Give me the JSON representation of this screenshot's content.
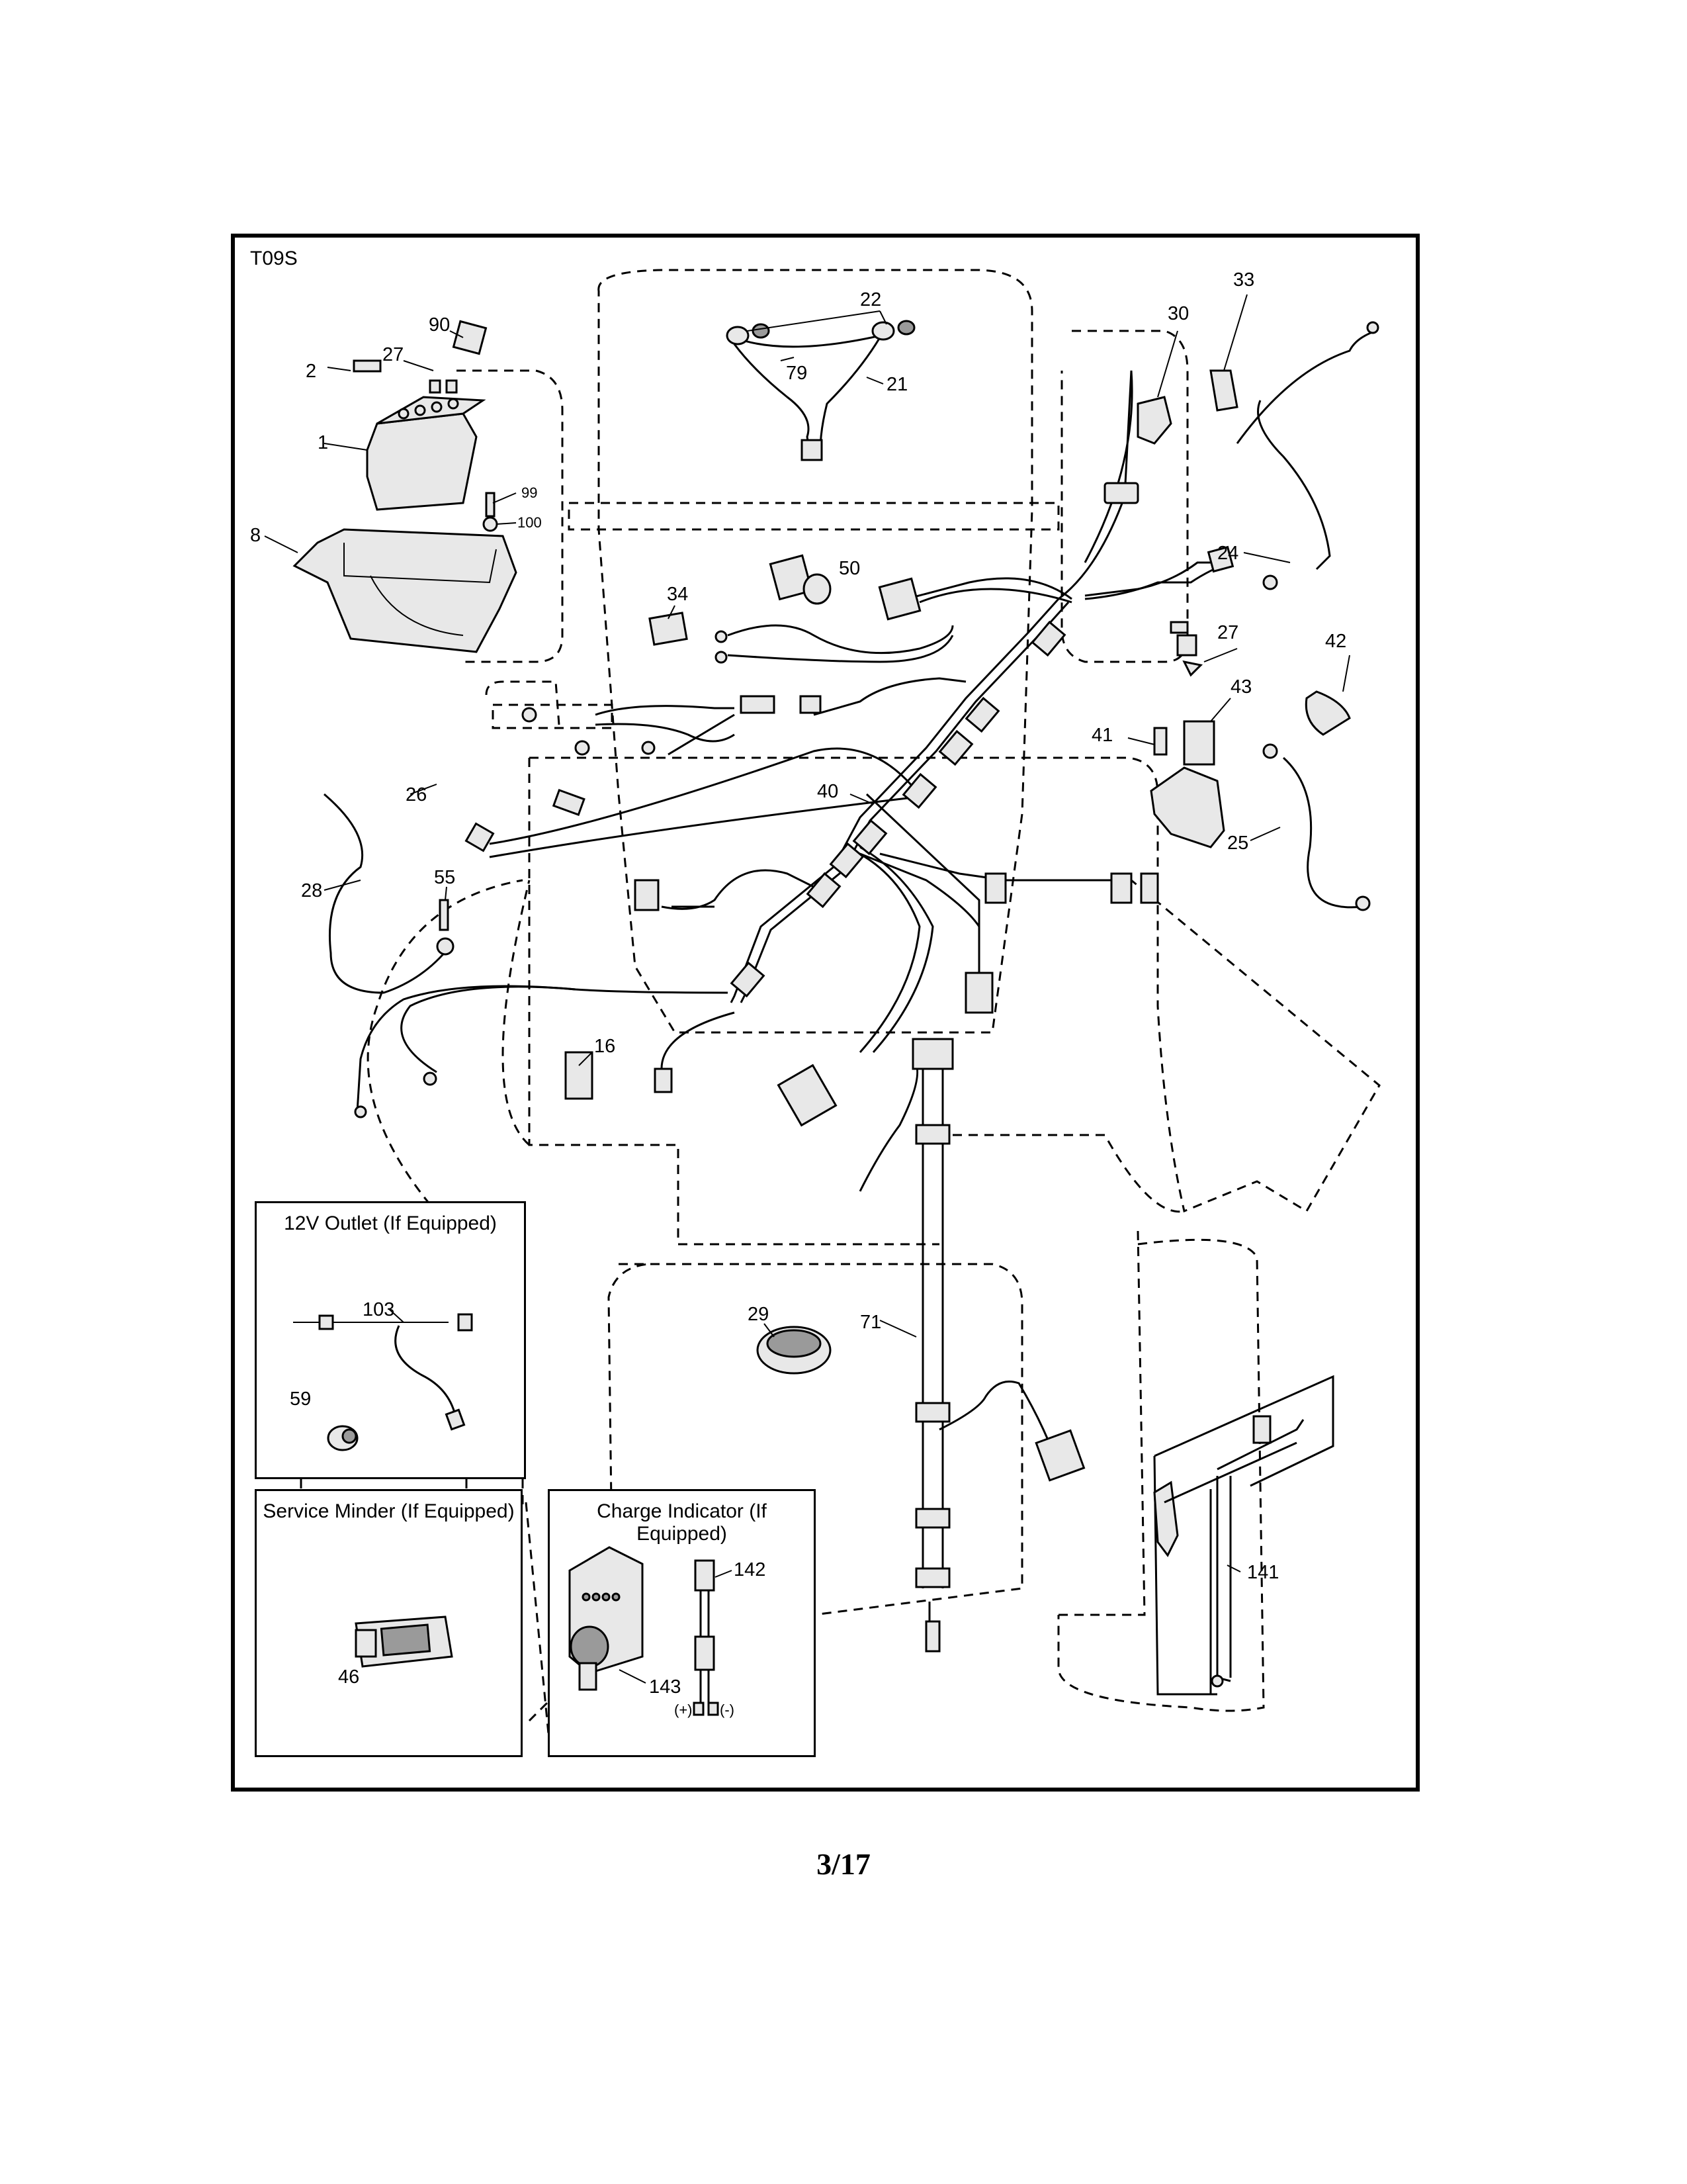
{
  "diagram": {
    "id": "T09S",
    "callouts": {
      "c1": "1",
      "c2": "2",
      "c8": "8",
      "c16": "16",
      "c21": "21",
      "c22": "22",
      "c24": "24",
      "c25": "25",
      "c26": "26",
      "c27a": "27",
      "c27b": "27",
      "c28": "28",
      "c29": "29",
      "c30": "30",
      "c33": "33",
      "c34": "34",
      "c40": "40",
      "c41": "41",
      "c42": "42",
      "c43": "43",
      "c46": "46",
      "c50": "50",
      "c55": "55",
      "c59": "59",
      "c71": "71",
      "c79": "79",
      "c90": "90",
      "c99": "99",
      "c100": "100",
      "c103": "103",
      "c141": "141",
      "c142": "142",
      "c143": "143"
    },
    "insets": {
      "outlet_title": "12V Outlet (If Equipped)",
      "minder_title": "Service Minder (If Equipped)",
      "charge_title": "Charge Indicator (If Equipped)",
      "plus_label": "(+)",
      "minus_label": "(-)"
    }
  },
  "page": {
    "number": "3/17"
  }
}
